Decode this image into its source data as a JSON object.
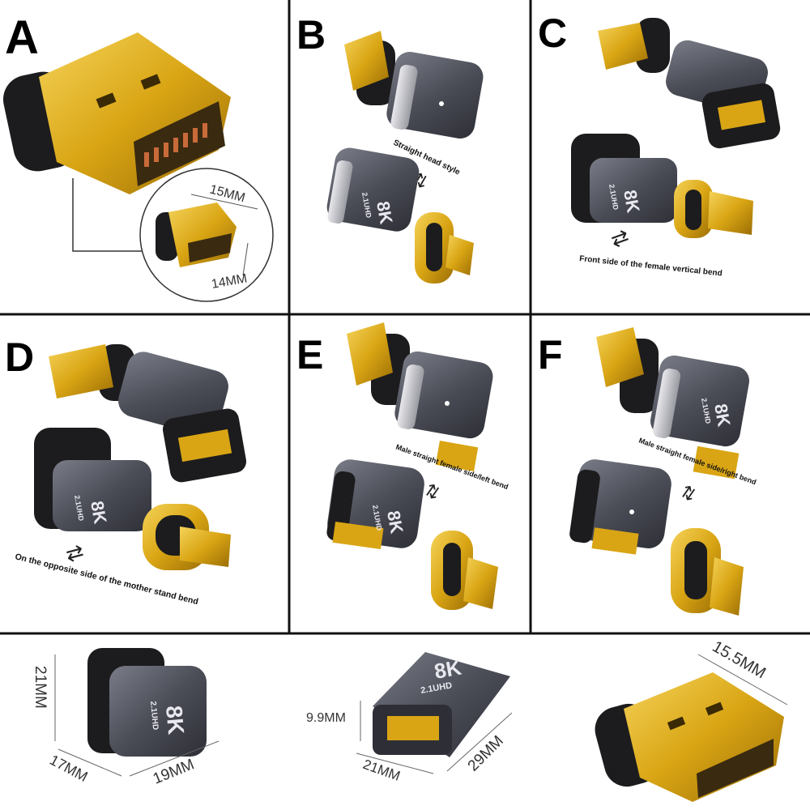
{
  "panels": {
    "a": {
      "letter": "A",
      "dim_top": "15MM",
      "dim_side": "14MM"
    },
    "b": {
      "letter": "B",
      "caption": "Straight head style",
      "badge_big": "8K",
      "badge_small": "2.1UHD"
    },
    "c": {
      "letter": "C",
      "caption": "Front side of the female vertical bend",
      "badge_big": "8K",
      "badge_small": "2.1UHD"
    },
    "d": {
      "letter": "D",
      "caption": "On the opposite side of the mother stand bend",
      "badge_big": "8K",
      "badge_small": "2.1UHD"
    },
    "e": {
      "letter": "E",
      "caption": "Male straight female side/left bend",
      "badge_big": "8K",
      "badge_small": "2.1UHD"
    },
    "f": {
      "letter": "F",
      "caption": "Male straight female side/right bend",
      "badge_big": "8K",
      "badge_small": "2.1UHD"
    }
  },
  "dimensions": {
    "bend_height": "21MM",
    "bend_depth": "17MM",
    "bend_width": "19MM",
    "straight_height": "9.9MM",
    "straight_width": "21MM",
    "straight_length": "29MM",
    "plug_width": "15.5MM",
    "badge_big": "8K",
    "badge_small": "2.1UHD"
  },
  "colors": {
    "gold": "#d9a514",
    "metal": "#4b4d57",
    "dark": "#1c1c1e",
    "grid": "#111111"
  }
}
